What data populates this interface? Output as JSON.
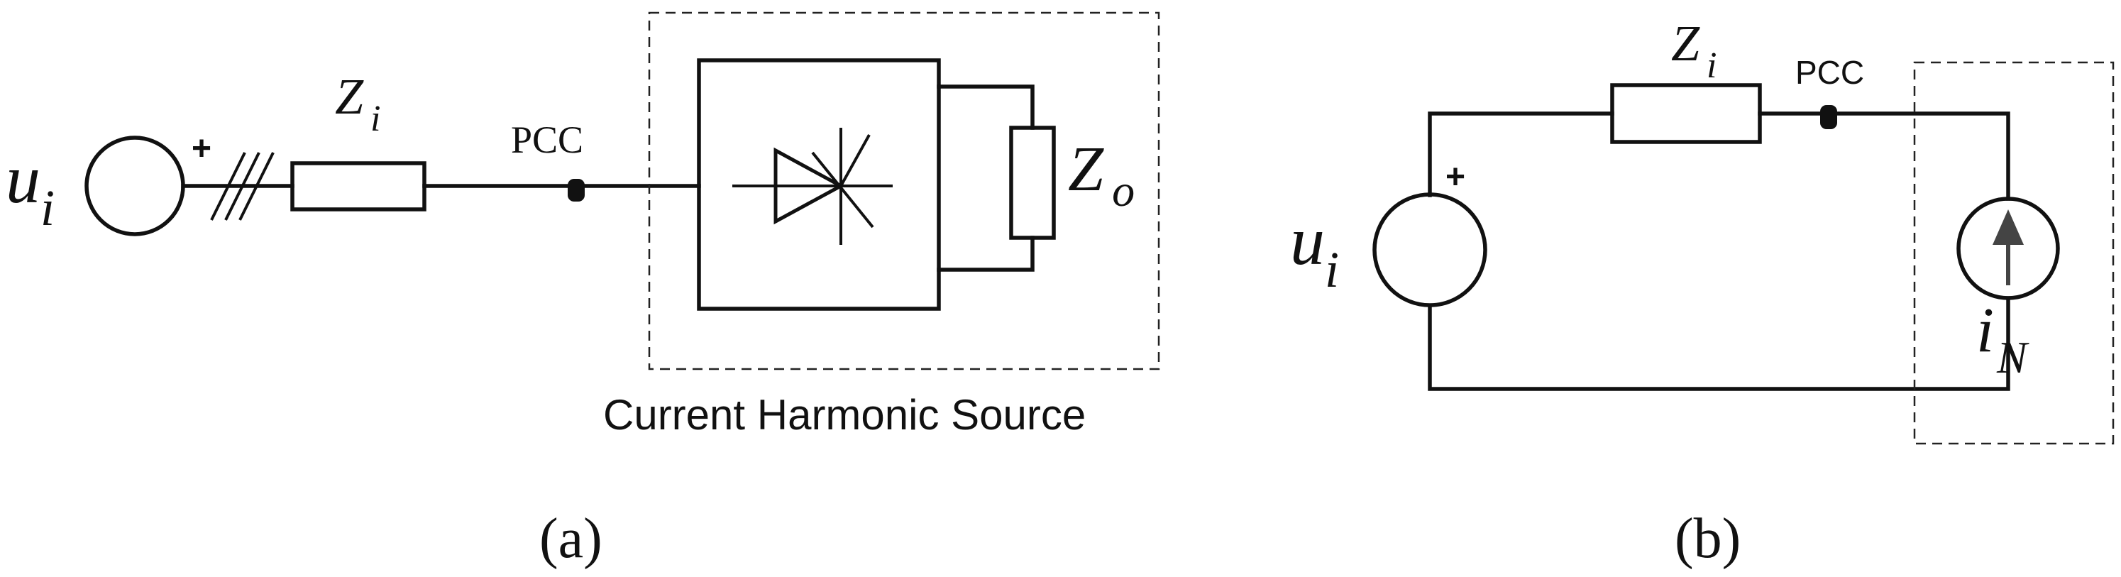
{
  "panel_a": {
    "source_label": "u",
    "source_subscript": "i",
    "plus_sign": "+",
    "impedance_label": "Z",
    "impedance_subscript": "i",
    "pcc_label": "PCC",
    "load_impedance_label": "Z",
    "load_impedance_subscript": "o",
    "box_caption": "Current Harmonic Source",
    "panel_label": "(a)"
  },
  "panel_b": {
    "source_label": "u",
    "source_subscript": "i",
    "plus_sign": "+",
    "impedance_label": "Z",
    "impedance_subscript": "i",
    "pcc_label": "PCC",
    "current_source_label": "i",
    "current_source_subscript": "N",
    "panel_label": "(b)"
  }
}
